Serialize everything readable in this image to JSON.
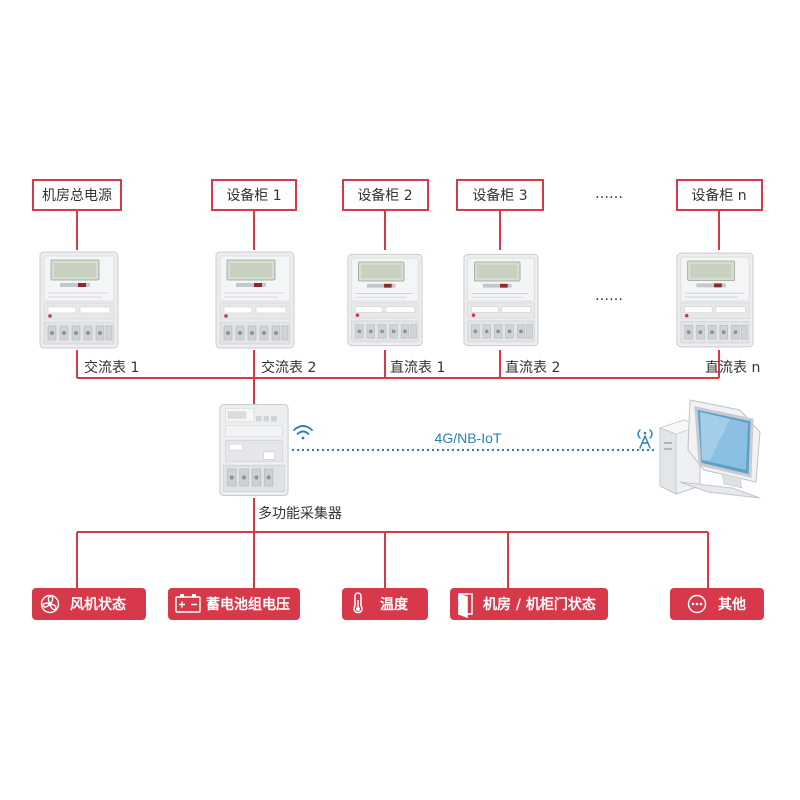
{
  "sources": [
    {
      "label": "机房总电源"
    },
    {
      "label": "设备柜 1"
    },
    {
      "label": "设备柜 2"
    },
    {
      "label": "设备柜 3"
    },
    {
      "label": "设备柜 n"
    }
  ],
  "ellipsis": "……",
  "meters": [
    {
      "label": "交流表 1"
    },
    {
      "label": "交流表 2"
    },
    {
      "label": "直流表 1"
    },
    {
      "label": "直流表 2"
    },
    {
      "label": "直流表 n"
    }
  ],
  "collector": {
    "label": "多功能采集器"
  },
  "link": {
    "label": "4G/NB-IoT"
  },
  "sensors": [
    {
      "label": "风机状态",
      "icon": "fan-icon"
    },
    {
      "label": "蓄电池组电压",
      "icon": "battery-icon"
    },
    {
      "label": "温度",
      "icon": "thermometer-icon"
    },
    {
      "label": "机房 / 机柜门状态",
      "icon": "door-icon"
    },
    {
      "label": "其他",
      "icon": "more-icon"
    }
  ],
  "colors": {
    "accent": "#d7384a",
    "line": "#d7384a",
    "link": "#2b7fb5"
  }
}
